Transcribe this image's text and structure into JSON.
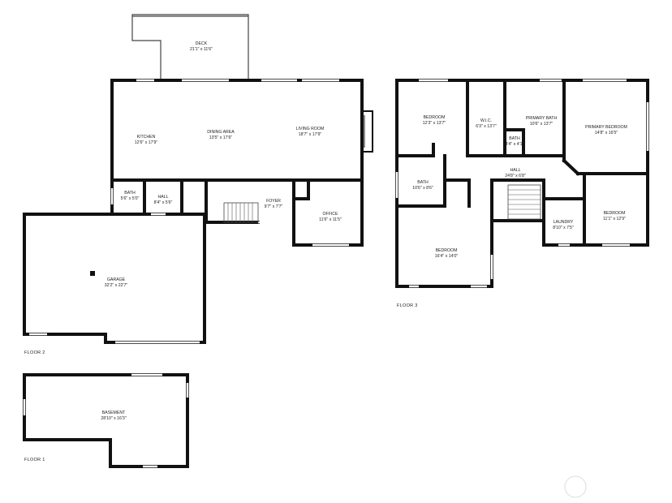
{
  "floors": {
    "floor1": "FLOOR 1",
    "floor2": "FLOOR 2",
    "floor3": "FLOOR 3"
  },
  "rooms": {
    "deck": {
      "name": "DECK",
      "size": "21'1\" x 11'6\""
    },
    "kitchen": {
      "name": "KITCHEN",
      "size": "12'6\" x 17'9\""
    },
    "dining": {
      "name": "DINING AREA",
      "size": "13'5\" x 17'6\""
    },
    "living": {
      "name": "LIVING ROOM",
      "size": "18'7\" x 17'9\""
    },
    "bath2": {
      "name": "BATH",
      "size": "5'6\" x 5'0\""
    },
    "hall2": {
      "name": "HALL",
      "size": "8'4\" x 5'6\""
    },
    "foyer": {
      "name": "FOYER",
      "size": "9'7\" x 7'7\""
    },
    "office": {
      "name": "OFFICE",
      "size": "11'6\" x 11'5\""
    },
    "garage": {
      "name": "GARAGE",
      "size": "32'2\" x 22'7\""
    },
    "basement": {
      "name": "BASEMENT",
      "size": "28'10\" x 16'3\""
    },
    "bedroom1": {
      "name": "BEDROOM",
      "size": "12'3\" x 13'7\""
    },
    "wic": {
      "name": "W.I.C.",
      "size": "6'3\" x 13'7\""
    },
    "primarybath": {
      "name": "PRIMARY BATH",
      "size": "10'6\" x 13'7\""
    },
    "bath3small": {
      "name": "BATH",
      "size": "4'4\" x 4'1\""
    },
    "primarybed": {
      "name": "PRIMARY BEDROOM",
      "size": "14'8\" x 16'5\""
    },
    "hall3": {
      "name": "HALL",
      "size": "24'8\" x 6'8\""
    },
    "bath3": {
      "name": "BATH",
      "size": "10'6\" x 8'6\""
    },
    "laundry": {
      "name": "LAUNDRY",
      "size": "8'10\" x 7'5\""
    },
    "bedroom2": {
      "name": "BEDROOM",
      "size": "11'1\" x 12'9\""
    },
    "bedroom3": {
      "name": "BEDROOM",
      "size": "16'4\" x 14'0\""
    }
  },
  "colors": {
    "wall": "#111111",
    "label": "#222222"
  }
}
